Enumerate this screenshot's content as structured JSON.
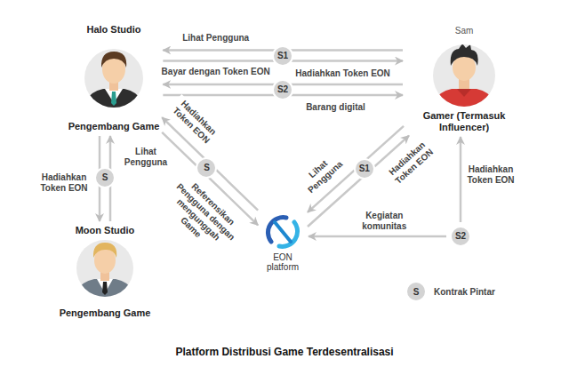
{
  "diagram": {
    "caption": "Platform Distribusi Game Terdesentralisasi",
    "nodes": [
      {
        "text": [
          "Halo Studio",
          "Pengembang Game"
        ]
      },
      {
        "text": [
          "S1"
        ]
      },
      {
        "text": [
          "Sam",
          "Gamer (Termasuk Influencer)"
        ]
      },
      {
        "text": [
          "S2"
        ]
      },
      {
        "text": [
          "S"
        ]
      },
      {
        "text": [
          "S"
        ]
      },
      {
        "text": [
          "S1"
        ]
      },
      {
        "text": [
          "Moon Studio",
          "Pengembang Game"
        ]
      },
      {
        "text": [
          "EON platform"
        ]
      },
      {
        "text": [
          "S2"
        ]
      },
      {
        "text": [
          "S",
          "Kontrak Pintar"
        ]
      }
    ],
    "edges": [
      {
        "from": 2,
        "to": 0,
        "label": "Lihat Pengguna",
        "arrow": "to"
      },
      {
        "from": 0,
        "to": 2,
        "label": "Hadiahkan Token EON",
        "arrow": "to"
      },
      {
        "from": 2,
        "to": 0,
        "label": "Bayar dengan Token EON",
        "arrow": "to"
      },
      {
        "from": 0,
        "to": 2,
        "label": "Barang digital",
        "arrow": "to"
      },
      {
        "from": 0,
        "to": 7,
        "label": "Hadiahkan Token EON",
        "arrow": "to"
      },
      {
        "from": 7,
        "to": 0,
        "label": "Lihat Pengguna",
        "arrow": "to"
      },
      {
        "from": 8,
        "to": 0,
        "label": "Hadiahkan Token EON",
        "arrow": "to"
      },
      {
        "from": 0,
        "to": 8,
        "label": "Referensikan Pengguna dengan mengunggah Game",
        "arrow": "to"
      },
      {
        "from": 2,
        "to": 8,
        "label": "Lihat Pengguna",
        "arrow": "to"
      },
      {
        "from": 8,
        "to": 2,
        "label": "Hadiahkan Token EON",
        "arrow": "to"
      },
      {
        "from": 9,
        "to": 2,
        "label": "Hadiahkan Token EON",
        "arrow": "to"
      },
      {
        "from": 9,
        "to": 8,
        "label": "Kegiatan komunitas",
        "arrow": "to"
      }
    ]
  }
}
